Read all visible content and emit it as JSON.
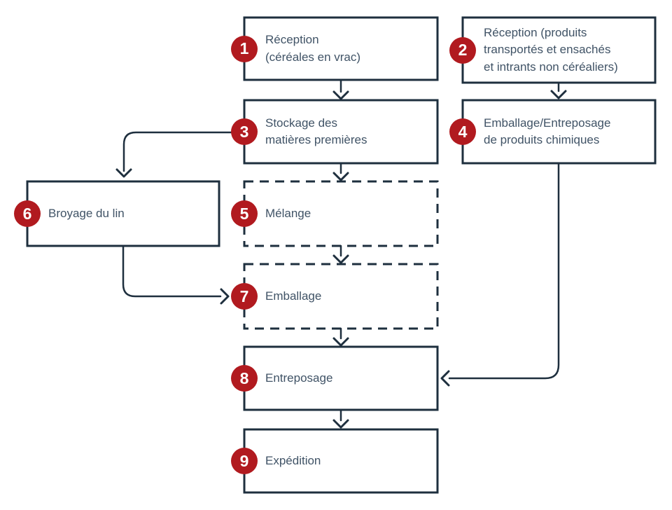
{
  "colors": {
    "accent_red": "#b11a1f",
    "line_navy": "#1e2f3e",
    "label_text": "#405366",
    "background": "#ffffff",
    "badge_number_color": "#ffffff"
  },
  "steps": [
    {
      "number": "1",
      "label": "Réception\n(céréales en vrac)",
      "border": "solid"
    },
    {
      "number": "2",
      "label": "Réception (produits\ntransportés et ensachés\net intrants non céréaliers)",
      "border": "solid"
    },
    {
      "number": "3",
      "label": "Stockage des\nmatières premières",
      "border": "solid"
    },
    {
      "number": "4",
      "label": "Emballage/Entreposage\nde produits chimiques",
      "border": "solid"
    },
    {
      "number": "5",
      "label": "Mélange",
      "border": "dashed"
    },
    {
      "number": "6",
      "label": "Broyage du lin",
      "border": "solid"
    },
    {
      "number": "7",
      "label": "Emballage",
      "border": "dashed"
    },
    {
      "number": "8",
      "label": "Entreposage",
      "border": "solid"
    },
    {
      "number": "9",
      "label": "Expédition",
      "border": "solid"
    }
  ],
  "flow_edges": [
    "1 → 3",
    "2 → 4",
    "3 → 5",
    "3 → 6",
    "5 → 7",
    "6 → 7",
    "4 → 8",
    "7 → 8",
    "8 → 9"
  ]
}
